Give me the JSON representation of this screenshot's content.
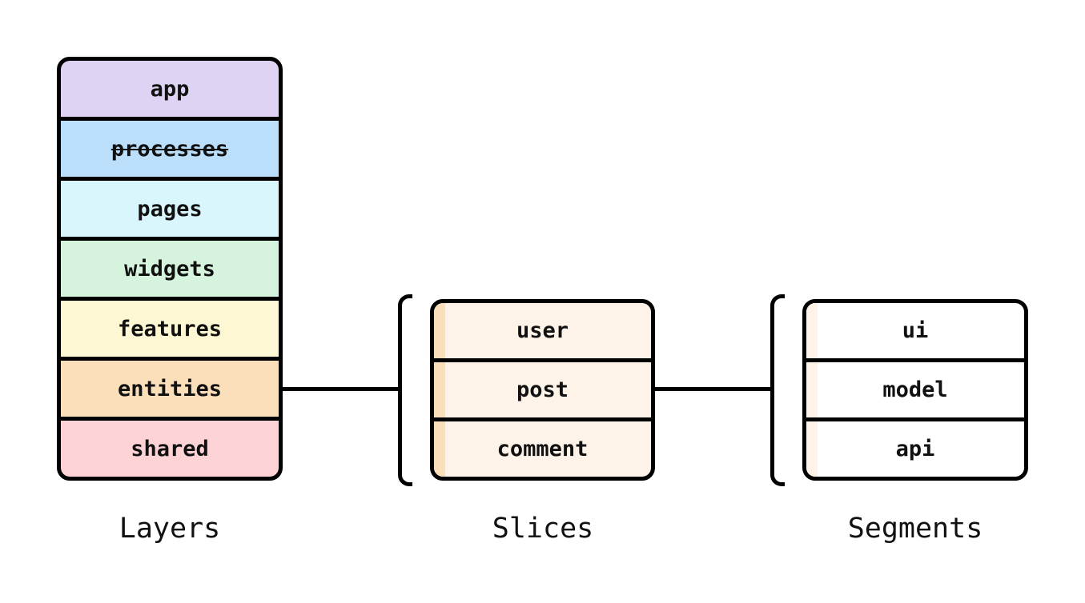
{
  "background_color": "#ffffff",
  "stroke_color": "#000000",
  "groups": {
    "layers": {
      "caption": "Layers",
      "items": [
        {
          "label": "app",
          "color": "#ded3f2"
        },
        {
          "label": "processes",
          "color": "#bbdefb",
          "deprecated": true
        },
        {
          "label": "pages",
          "color": "#d9f6fd"
        },
        {
          "label": "widgets",
          "color": "#d6f3de"
        },
        {
          "label": "features",
          "color": "#fdf8d3"
        },
        {
          "label": "entities",
          "color": "#fbdfba"
        },
        {
          "label": "shared",
          "color": "#fed3d6"
        }
      ]
    },
    "slices": {
      "caption": "Slices",
      "row_color": "#fdf3e8",
      "accent_color": "#fbdfba",
      "items": [
        {
          "label": "user"
        },
        {
          "label": "post"
        },
        {
          "label": "comment"
        }
      ]
    },
    "segments": {
      "caption": "Segments",
      "row_color": "#ffffff",
      "accent_color": "#fdf3e8",
      "items": [
        {
          "label": "ui"
        },
        {
          "label": "model"
        },
        {
          "label": "api"
        }
      ]
    }
  }
}
